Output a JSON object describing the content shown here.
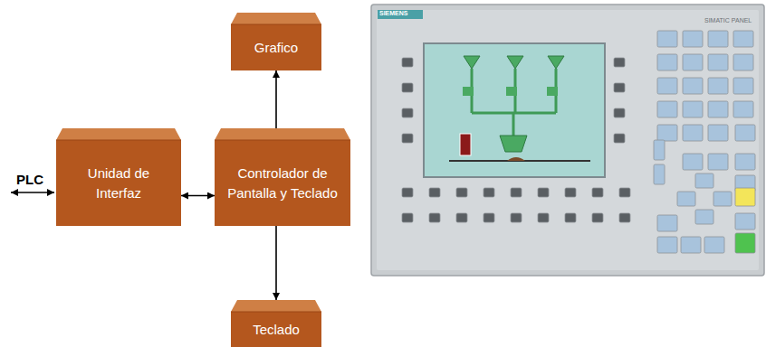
{
  "diagram": {
    "nodes": [
      {
        "text": [
          "Grafico"
        ]
      },
      {
        "text": [
          "Unidad de Interfaz"
        ]
      },
      {
        "text": [
          "Controlador de Pantalla y Teclado"
        ]
      },
      {
        "text": [
          "Teclado"
        ]
      }
    ],
    "edges": [
      {
        "from": 1,
        "to": 2,
        "arrow": "both"
      },
      {
        "from": 2,
        "to": 0,
        "arrow": "to"
      },
      {
        "from": 2,
        "to": 3,
        "arrow": "to"
      }
    ],
    "labels": [
      "PLC",
      "SIEMENS",
      "SIMATIC PANEL"
    ]
  }
}
